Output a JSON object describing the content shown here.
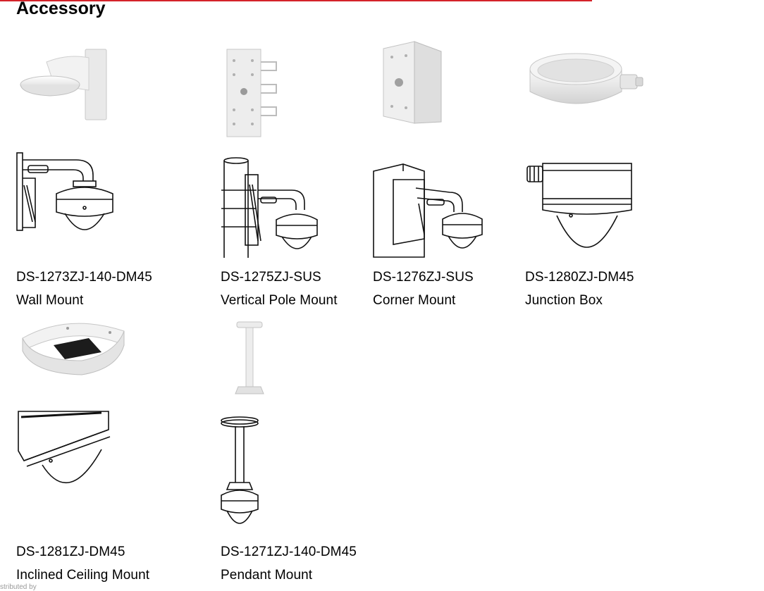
{
  "page": {
    "title": "Accessory",
    "accent_color": "#d4232a",
    "footer_text": "stributed by"
  },
  "products": [
    {
      "model": "DS-1273ZJ-140-DM45",
      "name": "Wall Mount",
      "icon": "wall-mount-icon"
    },
    {
      "model": "DS-1275ZJ-SUS",
      "name": "Vertical Pole Mount",
      "icon": "vertical-pole-mount-icon"
    },
    {
      "model": "DS-1276ZJ-SUS",
      "name": "Corner Mount",
      "icon": "corner-mount-icon"
    },
    {
      "model": "DS-1280ZJ-DM45",
      "name": "Junction Box",
      "icon": "junction-box-icon"
    },
    {
      "model": "DS-1281ZJ-DM45",
      "name": "Inclined Ceiling Mount",
      "icon": "inclined-ceiling-mount-icon"
    },
    {
      "model": "DS-1271ZJ-140-DM45",
      "name": "Pendant Mount",
      "icon": "pendant-mount-icon"
    }
  ]
}
